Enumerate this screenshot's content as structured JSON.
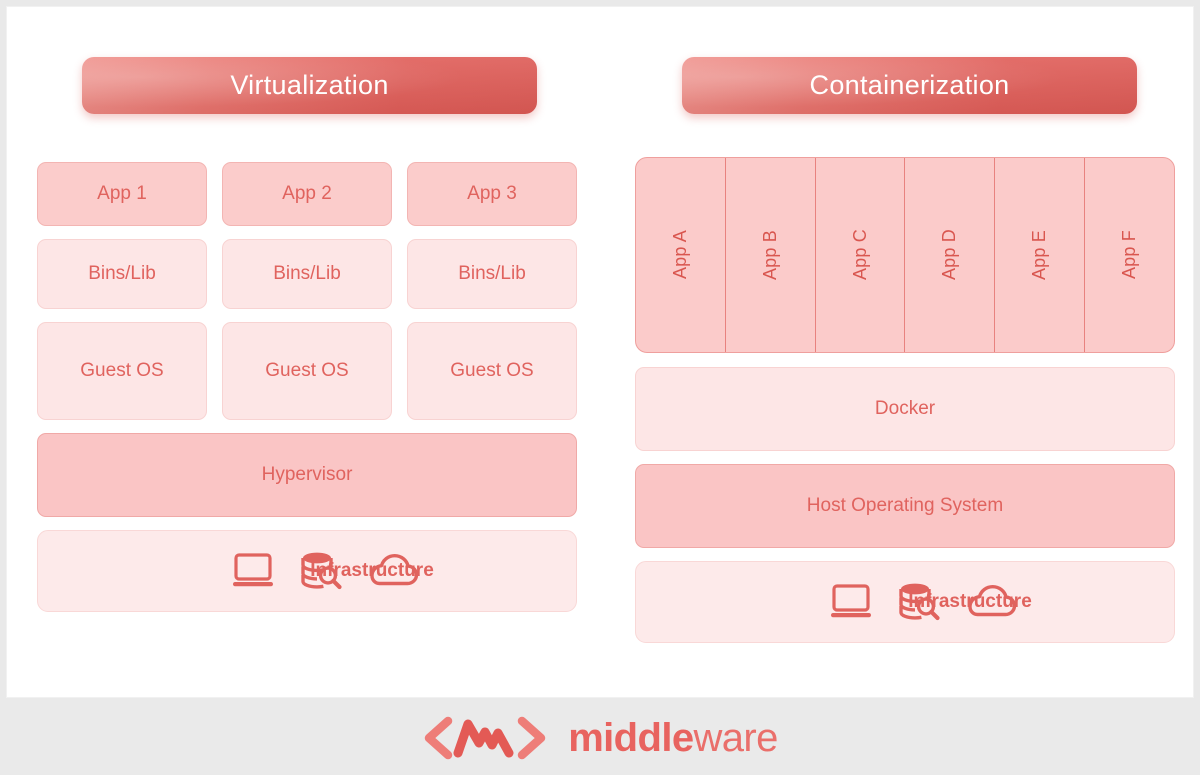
{
  "theme": {
    "page_background": "#e9e9e9",
    "card_background": "#ffffff",
    "accent": "#e0635e",
    "banner_gradient_from": "#ef8b85",
    "banner_gradient_to": "#dd5a55",
    "tone_strong": "#fac5c5",
    "tone_light": "#fde6e6"
  },
  "columns": {
    "virtualization": {
      "banner_title": "Virtualization",
      "apps": [
        "App 1",
        "App 2",
        "App 3"
      ],
      "bins": [
        "Bins/Lib",
        "Bins/Lib",
        "Bins/Lib"
      ],
      "guest_os": [
        "Guest OS",
        "Guest OS",
        "Guest OS"
      ],
      "hypervisor_label": "Hypervisor",
      "infrastructure_label": "Infrastructure",
      "infrastructure_icons": [
        "laptop-icon",
        "database-search-icon",
        "cloud-icon"
      ]
    },
    "containerization": {
      "banner_title": "Containerization",
      "apps": [
        "App A",
        "App B",
        "App C",
        "App D",
        "App E",
        "App F"
      ],
      "docker_label": "Docker",
      "host_os_label": "Host Operating System",
      "infrastructure_label": "Infrastructure",
      "infrastructure_icons": [
        "laptop-icon",
        "database-search-icon",
        "cloud-icon"
      ]
    }
  },
  "footer": {
    "logo_mark": "code-chevrons-logo",
    "brand_bold": "middle",
    "brand_light": "ware"
  }
}
